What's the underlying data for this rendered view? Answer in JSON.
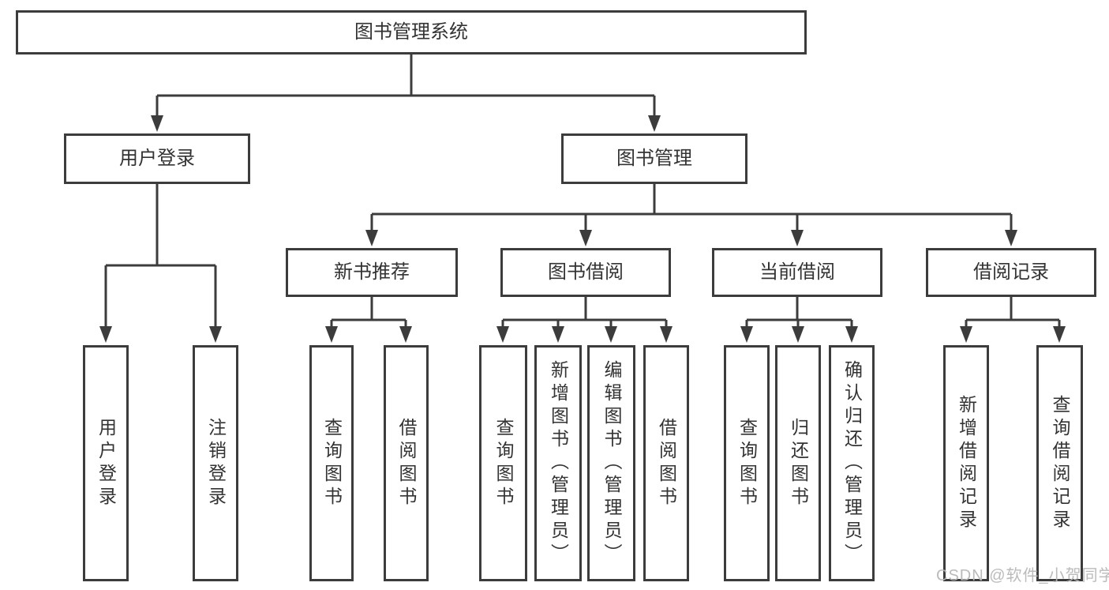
{
  "colors": {
    "line": "#3c3c3c",
    "text": "#333333",
    "watermark": "#b7b7b7",
    "background": "#ffffff"
  },
  "watermark": "CSDN @软件_小贺同学",
  "nodes": {
    "root": "图书管理系统",
    "user_login": "用户登录",
    "book_management": "图书管理",
    "new_book_recommend": "新书推荐",
    "book_borrow": "图书借阅",
    "current_borrow": "当前借阅",
    "borrow_record": "借阅记录",
    "leaf_user_login": "用户登录",
    "leaf_logout": "注销登录",
    "leaf_nbr_query": "查询图书",
    "leaf_nbr_borrow": "借阅图书",
    "leaf_bb_query": "查询图书",
    "leaf_bb_add": "新增图书（管理员）",
    "leaf_bb_edit": "编辑图书（管理员）",
    "leaf_bb_borrow": "借阅图书",
    "leaf_cb_query": "查询图书",
    "leaf_cb_return": "归还图书",
    "leaf_cb_confirm": "确认归还（管理员）",
    "leaf_br_add": "新增借阅记录",
    "leaf_br_query": "查询借阅记录"
  }
}
